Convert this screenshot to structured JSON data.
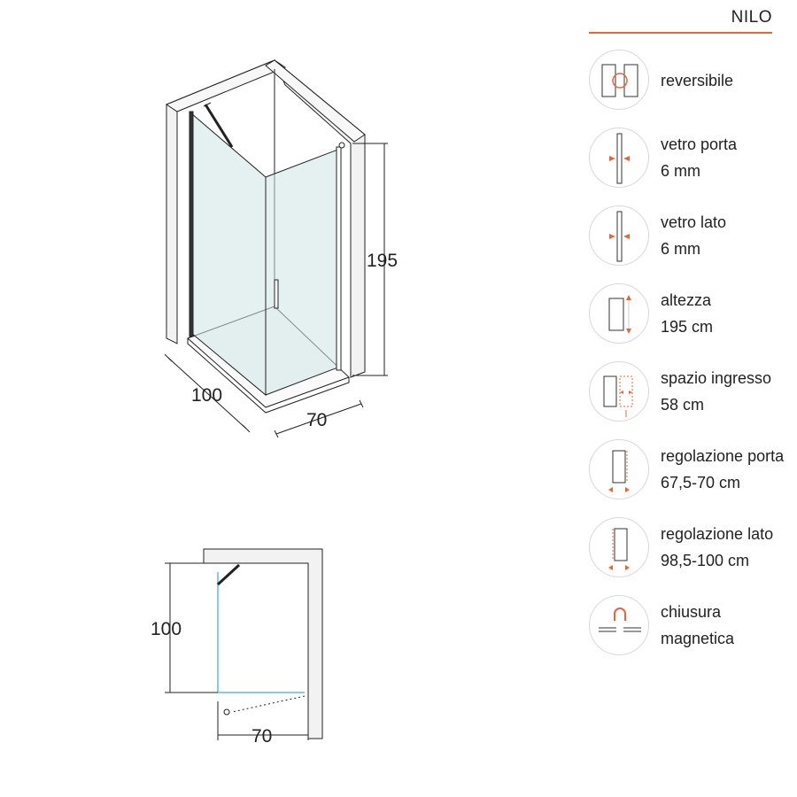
{
  "brand": "NILO",
  "accent_color": "#e0673f",
  "features": [
    {
      "icon": "reversible-icon",
      "lines": [
        "reversibile"
      ]
    },
    {
      "icon": "glass-thickness-icon",
      "lines": [
        "vetro porta",
        "6 mm"
      ]
    },
    {
      "icon": "glass-thickness-icon",
      "lines": [
        "vetro lato",
        "6 mm"
      ]
    },
    {
      "icon": "height-icon",
      "lines": [
        "altezza",
        "195 cm"
      ]
    },
    {
      "icon": "entry-space-icon",
      "lines": [
        "spazio ingresso",
        "58 cm"
      ]
    },
    {
      "icon": "door-adjustment-icon",
      "lines": [
        "regolazione porta",
        "67,5-70 cm"
      ]
    },
    {
      "icon": "side-adjustment-icon",
      "lines": [
        "regolazione lato",
        "98,5-100 cm"
      ]
    },
    {
      "icon": "magnetic-closure-icon",
      "lines": [
        "chiusura",
        "magnetica"
      ]
    }
  ],
  "iso_view": {
    "depth_label": "100",
    "width_label": "70",
    "height_label": "195"
  },
  "plan_view": {
    "depth_label": "100",
    "width_label": "70"
  }
}
